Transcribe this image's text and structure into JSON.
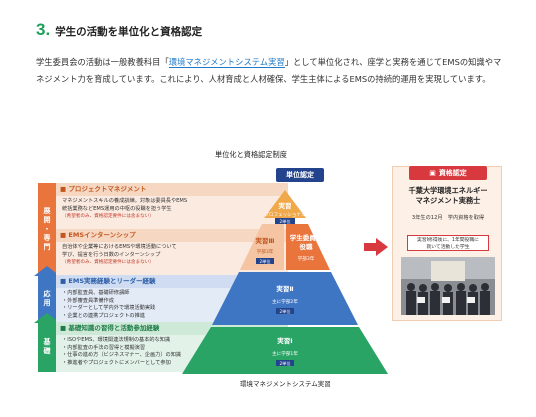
{
  "section": {
    "number": "3.",
    "title": "学生の活動を単位化と資格認定"
  },
  "intro": {
    "before": "学生委員会の活動は一般教養科目「",
    "highlight": "環境マネジメントシステム実習",
    "after": "」として単位化され、座学と実務を通じてEMSの知識やマネジメント力を育成しています。これにより、人材育成と人材確保、学生主体によるEMSの持続的運用を実現しています。"
  },
  "diagram": {
    "title": "単位化と資格認定制度",
    "unit_badge": "単位認定",
    "system_label": "環境マネジメントシステム実習",
    "categories": {
      "expand": "展開・専門",
      "apply": "応用",
      "base": "基礎"
    },
    "rows": [
      {
        "head": "プロジェクトマネジメント",
        "lines": [
          "マネジメントスキルの養成訓練。対象は委員長やEMS",
          "統括業務などEMS運用の中枢の役職を担う学生"
        ],
        "note": "（希望者のみ、資格認定要件には含まない）"
      },
      {
        "head": "EMSインターンシップ",
        "lines": [
          "自治体や企業等におけるEMSや環境活動について",
          "学び、提言を行う日数のインターンシップ"
        ],
        "note": "（希望者のみ、資格認定要件には含まない）"
      },
      {
        "head": "EMS実務経験とリーダー経験",
        "lines": [
          "・内部監査員、基礎研修講師",
          "・外部審査員準備作成",
          "・リーダーとして学内外で環境活動実践",
          "・企業との連携プロジェクトの推進"
        ]
      },
      {
        "head": "基礎知識の習得と活動参加経験",
        "lines": [
          "・ISOやEMS、環境関連法規制の基本的な知識",
          "・内部監査の手法の習得と模擬演習",
          "・仕事の進め方（ビジネスマナー、企画力）の知識",
          "・推進者やプロジェクトにメンバーとして参加"
        ]
      }
    ],
    "pyramid": {
      "top": {
        "title": "実習",
        "sub": "プロフェッショナル",
        "credit": "2単位"
      },
      "level3_left": {
        "title": "実習Ⅲ",
        "sub": "学部3年",
        "credit": "2単位"
      },
      "level3_right": {
        "title1": "学生委員会",
        "title2": "役職",
        "sub": "学部3年"
      },
      "level2": {
        "title": "実習Ⅱ",
        "sub": "主に学部2年",
        "credit": "2単位"
      },
      "level1": {
        "title": "実習Ⅰ",
        "sub": "主に学部1年",
        "credit": "2単位"
      }
    },
    "certificate": {
      "badge": "資格認定",
      "title1": "千葉大学環境エネルギー",
      "title2": "マネジメント実務士",
      "line1": "3年生の12月　学内資格を取得",
      "note1": "実習Ⅰ修得後に、1年間役職に",
      "note2": "就いて活動した学生"
    }
  },
  "colors": {
    "green": "#29a464",
    "blue": "#3f76c4",
    "orange": "#e9743c",
    "red": "#d8393f",
    "navy": "#23448c"
  }
}
